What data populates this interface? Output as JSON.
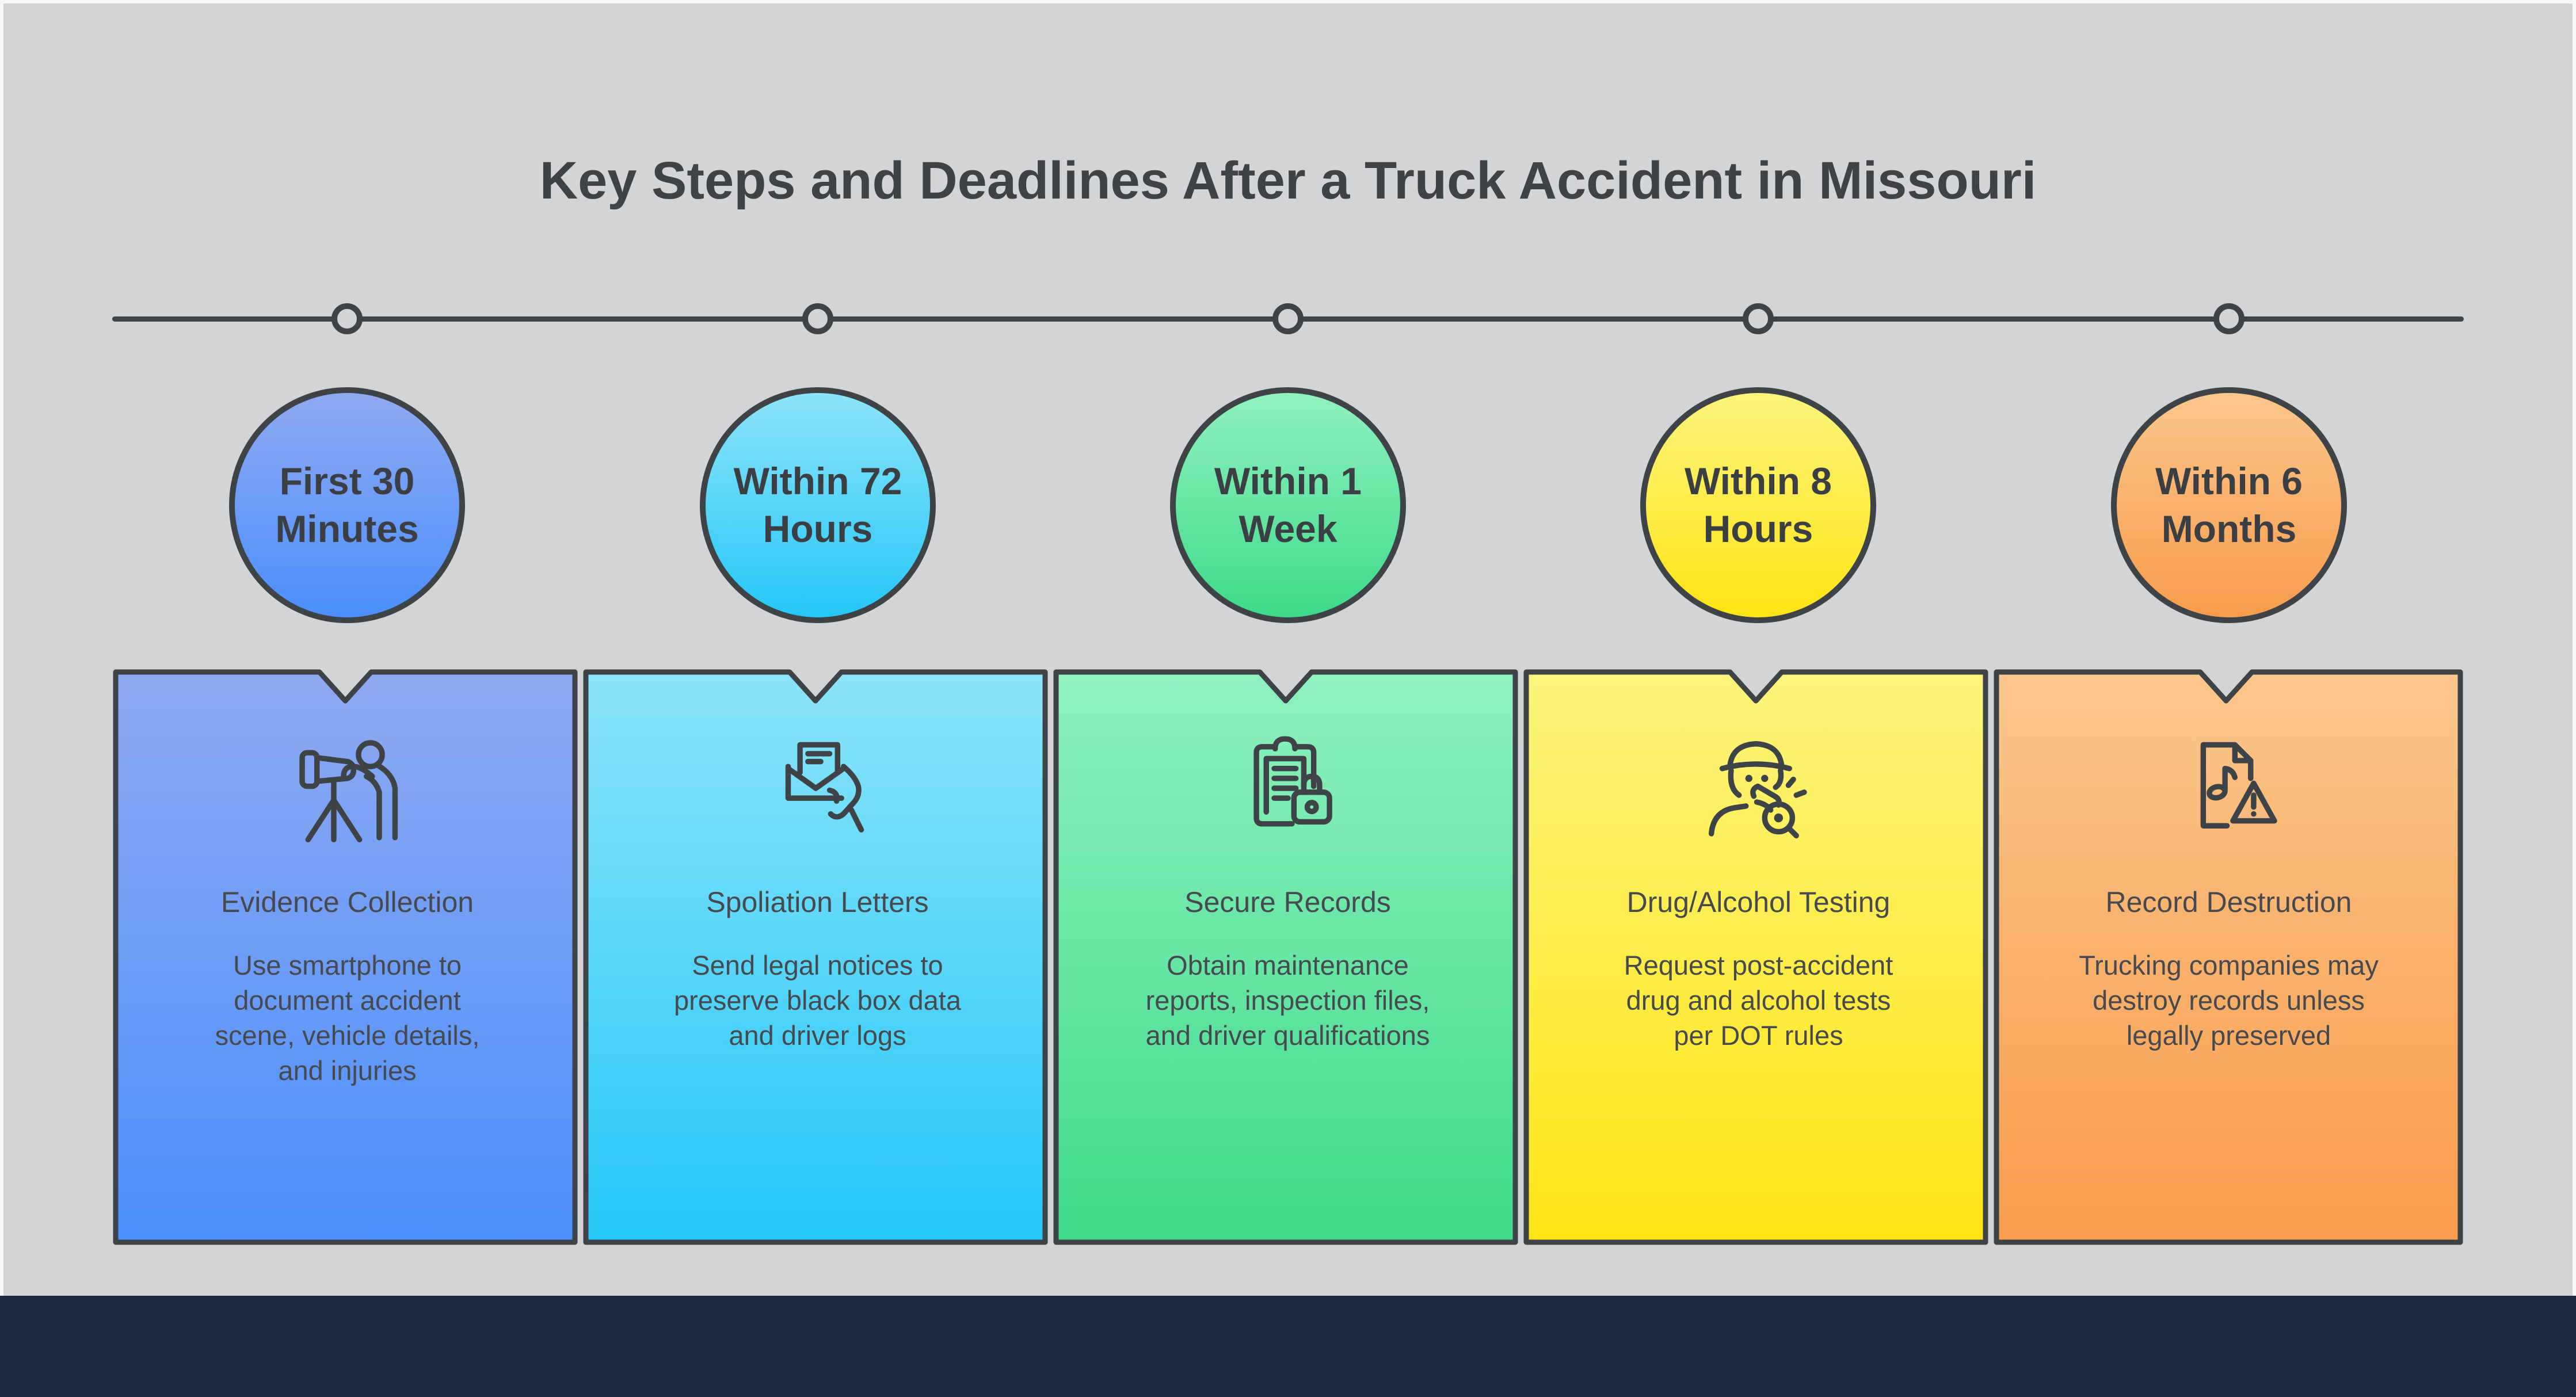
{
  "title": "Key Steps and Deadlines After a Truck Accident in Missouri",
  "colors": {
    "frame": "#f7f8fa",
    "bg": "#d3d4d5",
    "ink": "#3e4347",
    "text": "#46494d",
    "footer": "#1b2b3d"
  },
  "steps": [
    {
      "deadline": "First 30\nMinutes",
      "heading": "Evidence Collection",
      "description": "Use smartphone to\ndocument accident\nscene, vehicle details,\nand injuries",
      "icon": "camera-tripod-icon",
      "color_top": "#8fa9f1",
      "color_bottom": "#4b8ffc"
    },
    {
      "deadline": "Within 72\nHours",
      "heading": "Spoliation Letters",
      "description": "Send legal notices to\npreserve black box data\nand driver logs",
      "icon": "envelope-hand-icon",
      "color_top": "#8ce4f9",
      "color_bottom": "#25c7f7"
    },
    {
      "deadline": "Within 1\nWeek",
      "heading": "Secure Records",
      "description": "Obtain maintenance\nreports, inspection files,\nand driver qualifications",
      "icon": "clipboard-lock-icon",
      "color_top": "#8ff1bf",
      "color_bottom": "#3eda89"
    },
    {
      "deadline": "Within 8\nHours",
      "heading": "Drug/Alcohol Testing",
      "description": "Request post-accident\ndrug and alcohol tests\nper DOT rules",
      "icon": "breathalyzer-icon",
      "color_top": "#fcf47d",
      "color_bottom": "#ffe414"
    },
    {
      "deadline": "Within 6\nMonths",
      "heading": "Record Destruction",
      "description": "Trucking companies may\ndestroy records unless\nlegally preserved",
      "icon": "file-warning-icon",
      "color_top": "#fbc68c",
      "color_bottom": "#f89c4c"
    }
  ]
}
